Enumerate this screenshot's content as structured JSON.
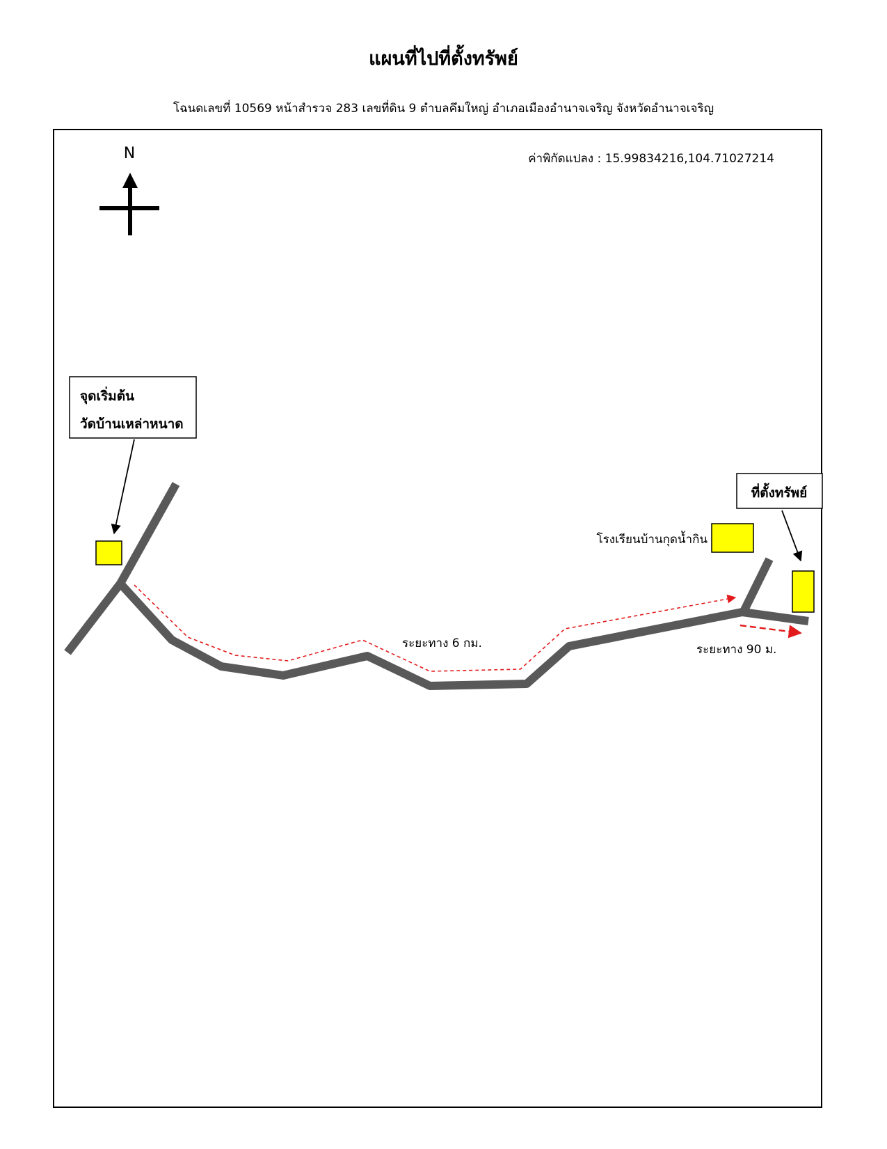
{
  "title": "แผนที่ไปที่ตั้งทรัพย์",
  "deed_info": "โฉนดเลขที่ 10569 หน้าสำรวจ 283 เลขที่ดิน 9 ตำบลคึมใหญ่ อำเภอเมืองอำนาจเจริญ จังหวัดอำนาจเจริญ",
  "map": {
    "coordinates_label": "ค่าพิกัดแปลง : 15.99834216,104.71027214",
    "compass_label": "N",
    "start_point": {
      "line1": "จุดเริ่มต้น",
      "line2": "วัดบ้านเหล่าหนาด"
    },
    "school_label": "โรงเรียนบ้านกุดน้ำกิน",
    "property_label": "ที่ตั้งทรัพย์",
    "distance_main": "ระยะทาง 6 กม.",
    "distance_short": "ระยะทาง 90 ม.",
    "colors": {
      "road": "#595959",
      "route": "#e31a1c",
      "landmark_fill": "#ffff00",
      "outline": "#000000"
    },
    "icons": [
      "north-arrow-icon",
      "start-landmark-icon",
      "school-landmark-icon",
      "property-landmark-icon"
    ]
  }
}
